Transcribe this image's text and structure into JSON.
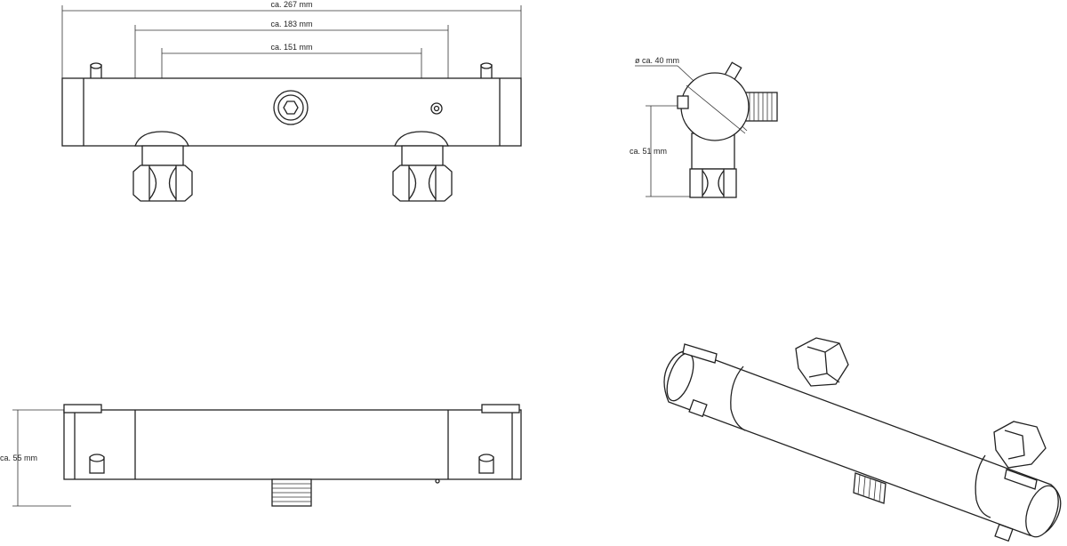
{
  "dimensions": {
    "overall_width": "ca. 267 mm",
    "inlet_spacing": "ca. 183 mm",
    "inner_spacing": "ca. 151 mm",
    "body_diameter": "ø ca. 40 mm",
    "side_height": "ca. 51 mm",
    "bottom_height": "ca. 55 mm"
  },
  "colors": {
    "line": "#222222",
    "background": "#ffffff"
  }
}
